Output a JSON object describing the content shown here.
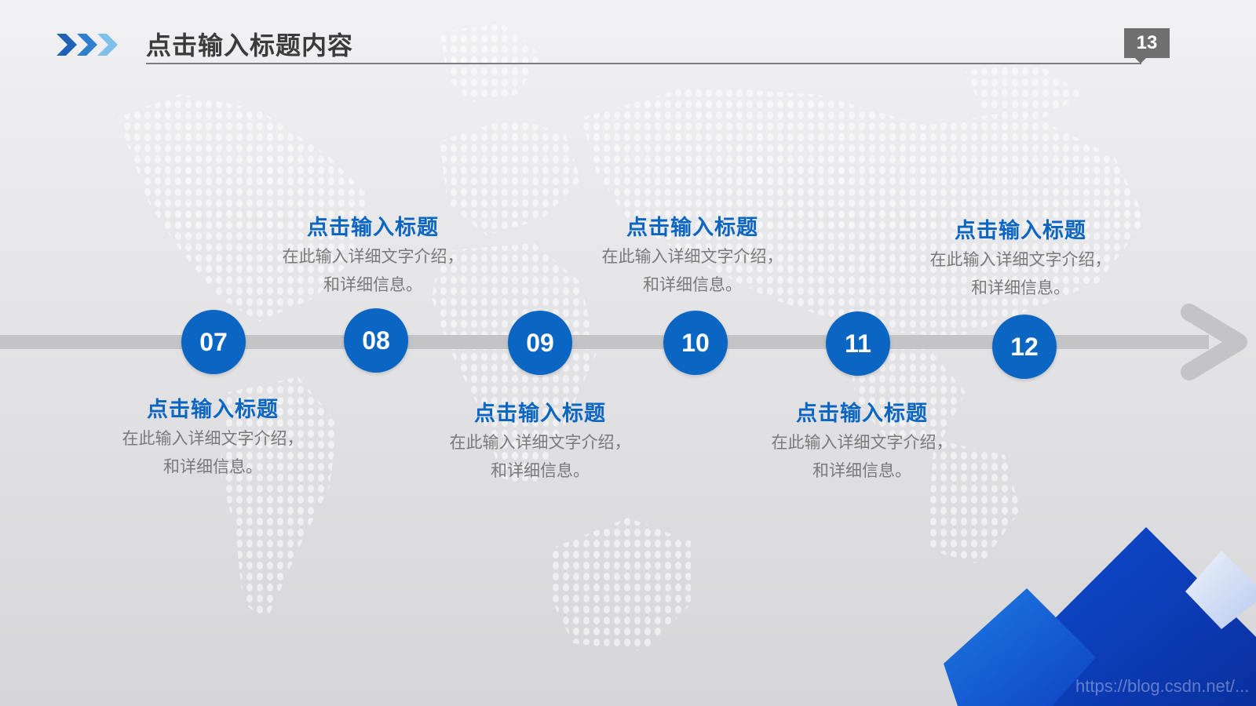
{
  "slide": {
    "title": "点击输入标题内容",
    "page_number": "13",
    "watermark": "https://blog.csdn.net/..."
  },
  "timeline": {
    "items": [
      {
        "number": "07",
        "title": "点击输入标题",
        "desc_line1": "在此输入详细文字介绍，",
        "desc_line2": "和详细信息。"
      },
      {
        "number": "08",
        "title": "点击输入标题",
        "desc_line1": "在此输入详细文字介绍，",
        "desc_line2": "和详细信息。"
      },
      {
        "number": "09",
        "title": "点击输入标题",
        "desc_line1": "在此输入详细文字介绍，",
        "desc_line2": "和详细信息。"
      },
      {
        "number": "10",
        "title": "点击输入标题",
        "desc_line1": "在此输入详细文字介绍，",
        "desc_line2": "和详细信息。"
      },
      {
        "number": "11",
        "title": "点击输入标题",
        "desc_line1": "在此输入详细文字介绍，",
        "desc_line2": "和详细信息。"
      },
      {
        "number": "12",
        "title": "点击输入标题",
        "desc_line1": "在此输入详细文字介绍，",
        "desc_line2": "和详细信息。"
      }
    ]
  },
  "colors": {
    "accent": "#0a66c2",
    "title_text": "#3b3b3b",
    "desc_text": "#7a7a7a",
    "timeline_bar": "#c4c4c6",
    "page_badge": "#6f6f6f"
  },
  "icons": {
    "header": "triple-chevron-right-icon",
    "timeline_end": "arrow-right-icon"
  }
}
